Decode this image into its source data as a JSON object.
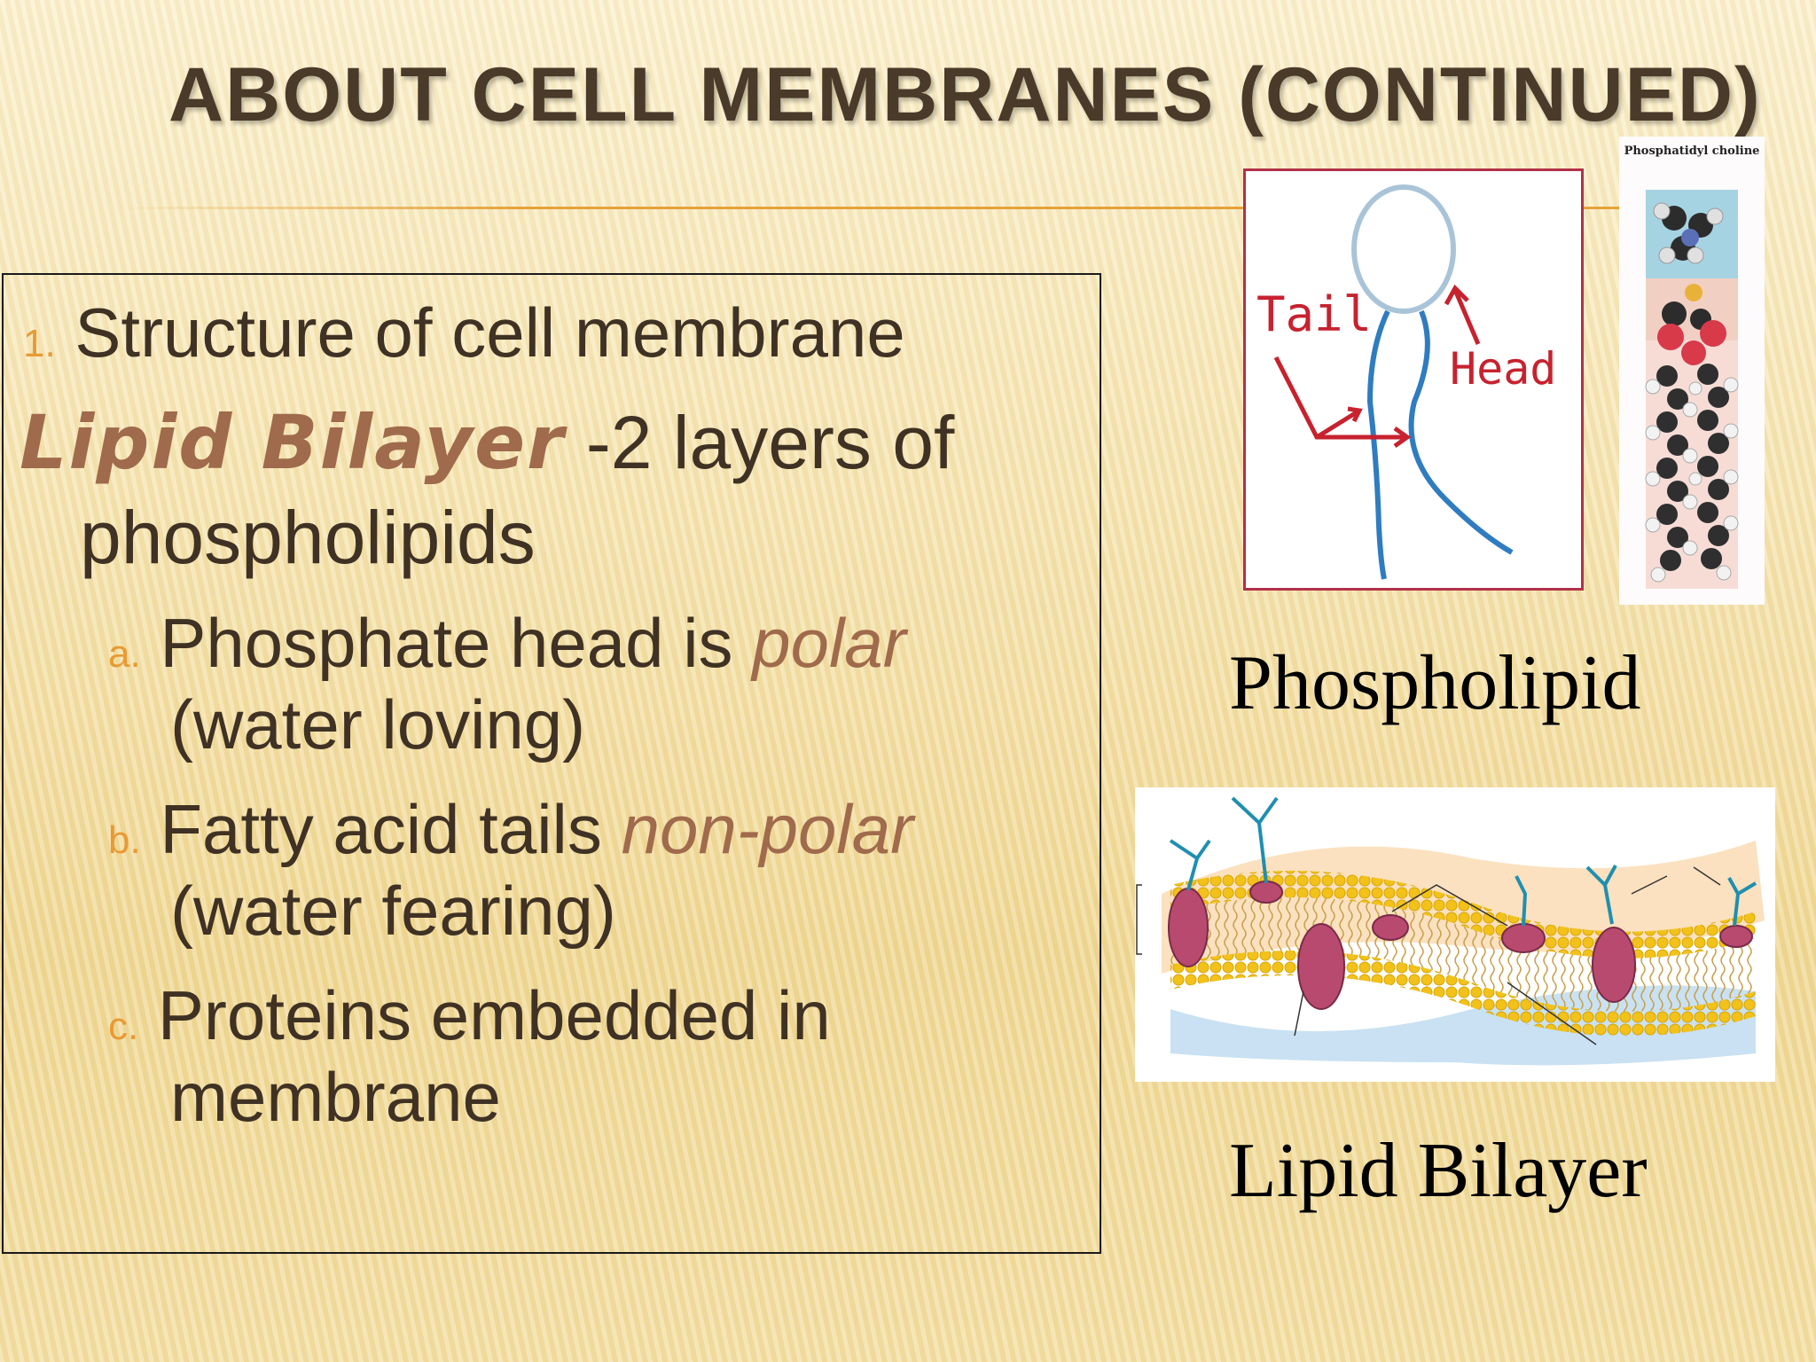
{
  "slide": {
    "title": "About Cell Membranes (continued)",
    "items": {
      "n1": "1.",
      "l1": "Structure of cell membrane",
      "lipid": "Lipid Bilayer",
      "lipid_rest": " -2 layers of",
      "lipid_cont": "phospholipids",
      "a_num": "a.",
      "a1": "Phosphate head is ",
      "a_it": "polar",
      "a2": "(water loving)",
      "b_num": "b.",
      "b1": "Fatty acid tails ",
      "b_it": "non-polar",
      "b2": "(water fearing)",
      "c_num": "c.",
      "c1": "Proteins embedded in",
      "c2": "membrane"
    },
    "captions": {
      "phospholipid": "Phospholipid",
      "bilayer": "Lipid Bilayer"
    },
    "diagram": {
      "tail": "Tail",
      "head": "Head",
      "pc": "Phosphatidyl choline"
    }
  }
}
